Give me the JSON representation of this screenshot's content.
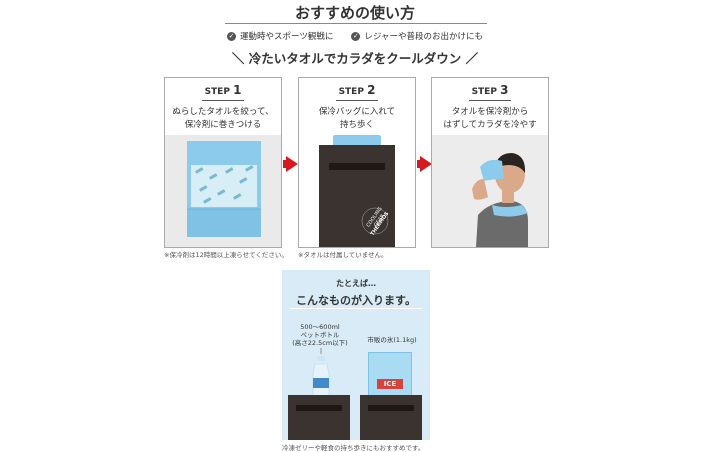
{
  "header": {
    "title": "おすすめの使い方",
    "uses": [
      "運動時やスポーツ観戦に",
      "レジャーや普段のお出かけにも"
    ],
    "subtitle": "冷たいタオルでカラダをクールダウン"
  },
  "steps": [
    {
      "label": "STEP",
      "number": "1",
      "desc_lines": [
        "ぬらしたタオルを絞って、",
        "保冷剤に巻きつける"
      ]
    },
    {
      "label": "STEP",
      "number": "2",
      "desc_lines": [
        "保冷バッグに入れて",
        "持ち歩く"
      ]
    },
    {
      "label": "STEP",
      "number": "3",
      "desc_lines": [
        "タオルを保冷剤から",
        "はずしてカラダを冷やす"
      ]
    }
  ],
  "notes": {
    "step1": "※保冷剤は12時間以上凍らせてください。",
    "step2": "※タオルは付属していません。",
    "bottom": "冷凍ゼリーや軽食の持ち歩きにもおすすめです。"
  },
  "product": {
    "brand": "THERMOS",
    "print": "COOLING GEAR"
  },
  "examples": {
    "lead": "たとえば…",
    "title": "こんなものが入ります。",
    "bottle_lines": [
      "500～600ml",
      "ペットボトル",
      "(高さ22.5cm以下)"
    ],
    "ice_label": "市販の氷(1.1kg)",
    "ice_bag_text": "ICE"
  },
  "colors": {
    "accent_red": "#d71920",
    "ice_blue": "#8ccbeb",
    "case_dark": "#3a3330",
    "panel_blue": "#d8ebf6"
  }
}
